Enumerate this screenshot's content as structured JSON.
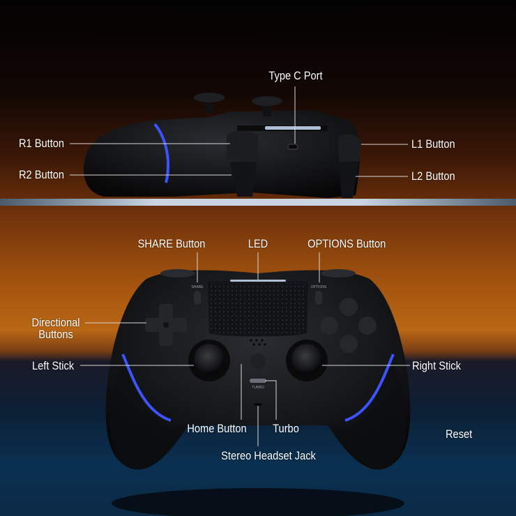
{
  "labels": {
    "type_c_port": "Type C Port",
    "r1_button": "R1 Button",
    "r2_button": "R2 Button",
    "l1_button": "L1 Button",
    "l2_button": "L2 Button",
    "share_button": "SHARE Button",
    "led": "LED",
    "options_button": "OPTIONS Button",
    "directional_buttons_line1": "Directional",
    "directional_buttons_line2": "Buttons",
    "left_stick": "Left Stick",
    "right_stick": "Right Stick",
    "home_button": "Home Button",
    "turbo": "Turbo",
    "reset": "Reset",
    "stereo_headset_jack": "Stereo Headset Jack"
  },
  "controller_print": {
    "share": "SHARE",
    "options": "OPTIONS",
    "turbo": "TURBO"
  },
  "colors": {
    "accent_light_bar": "#3b54ff",
    "controller_body": "#151618",
    "label_text": "#ffffff"
  }
}
